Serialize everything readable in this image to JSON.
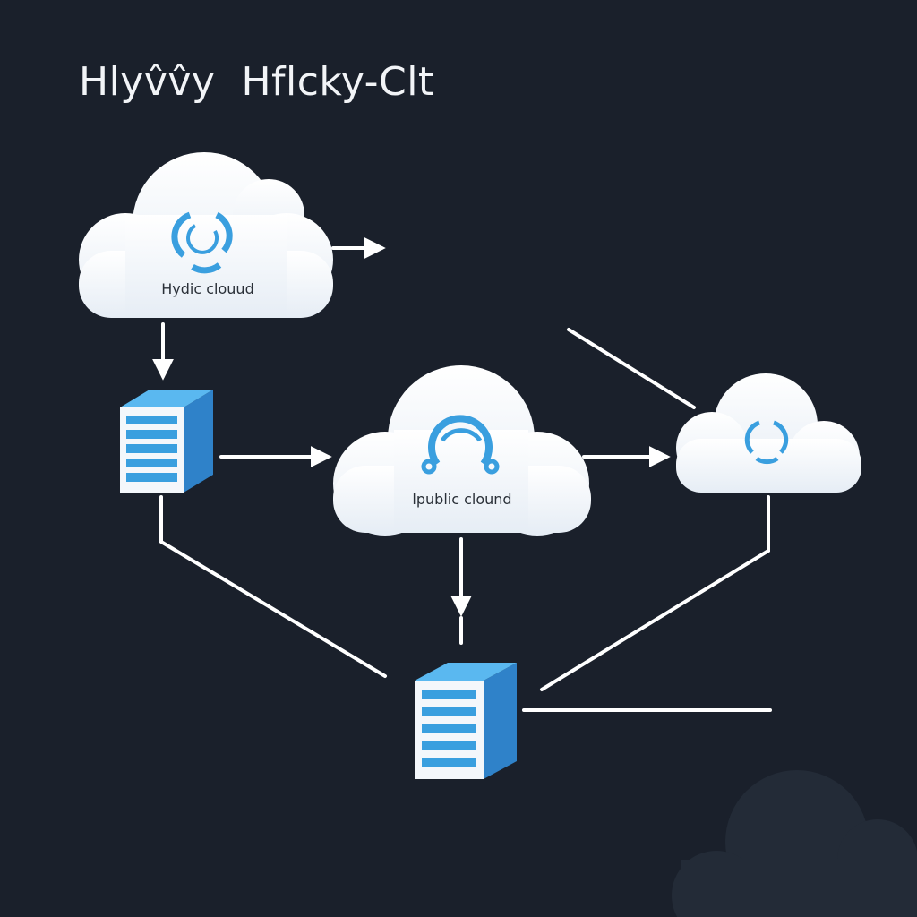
{
  "title": "Hlyv̂v̂y  Hflcky-Clt",
  "nodes": {
    "hybrid_cloud": {
      "label": "Hydic clouud",
      "icon": "sync-arrows-icon"
    },
    "public_cloud": {
      "label": "lpublic clound",
      "icon": "arc-network-icon"
    },
    "right_cloud": {
      "icon": "sync-arrows-icon"
    },
    "server_top": {
      "icon": "server-icon"
    },
    "server_bottom": {
      "icon": "server-icon"
    }
  },
  "colors": {
    "background": "#1a202b",
    "cloud": "#f2f6fb",
    "accent": "#3a9fdf",
    "line": "#ffffff"
  }
}
